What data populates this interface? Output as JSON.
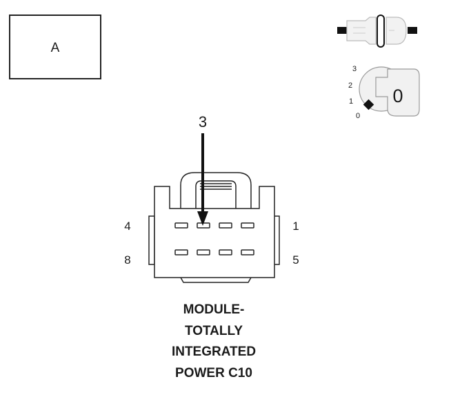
{
  "view_label": "A",
  "arrow_pin_label": "3",
  "pin_labels": {
    "top_left": "4",
    "top_right": "1",
    "bottom_left": "8",
    "bottom_right": "5"
  },
  "ignition_positions": [
    "3",
    "2",
    "1",
    "0"
  ],
  "ignition_key_label": "0",
  "caption_lines": [
    "MODULE-",
    "TOTALLY",
    "INTEGRATED",
    "POWER C10"
  ]
}
